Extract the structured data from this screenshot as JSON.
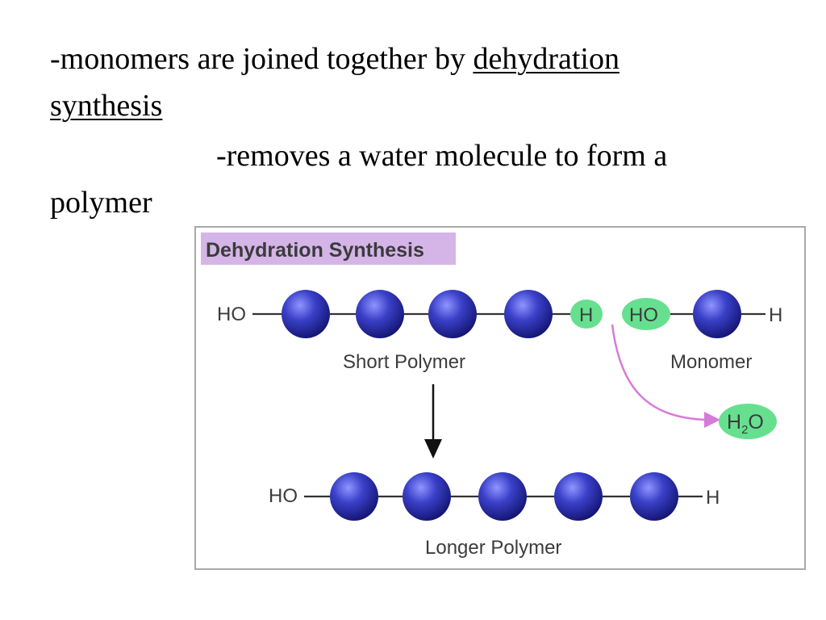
{
  "slide": {
    "line1_prefix": "-monomers are joined together by ",
    "line1_term": "dehydration",
    "line2_term": "synthesis",
    "line3": "-removes a water molecule to form a",
    "line4": "polymer"
  },
  "diagram": {
    "title": "Dehydration Synthesis",
    "short_polymer": {
      "left_end": "HO",
      "right_end": "H",
      "caption": "Short Polymer",
      "units": 4
    },
    "monomer": {
      "left_end": "HO",
      "right_end": "H",
      "caption": "Monomer",
      "units": 1
    },
    "water": {
      "h": "H",
      "sub": "2",
      "o": "O"
    },
    "longer_polymer": {
      "left_end": "HO",
      "right_end": "H",
      "caption": "Longer Polymer",
      "units": 5
    },
    "colors": {
      "title_highlight": "#d5b5e8",
      "bead": "#2a2fb0",
      "bead_light": "#8f95ff",
      "group_highlight": "#66e08f",
      "water_arrow": "#d77ad9",
      "bond": "#333333"
    }
  }
}
